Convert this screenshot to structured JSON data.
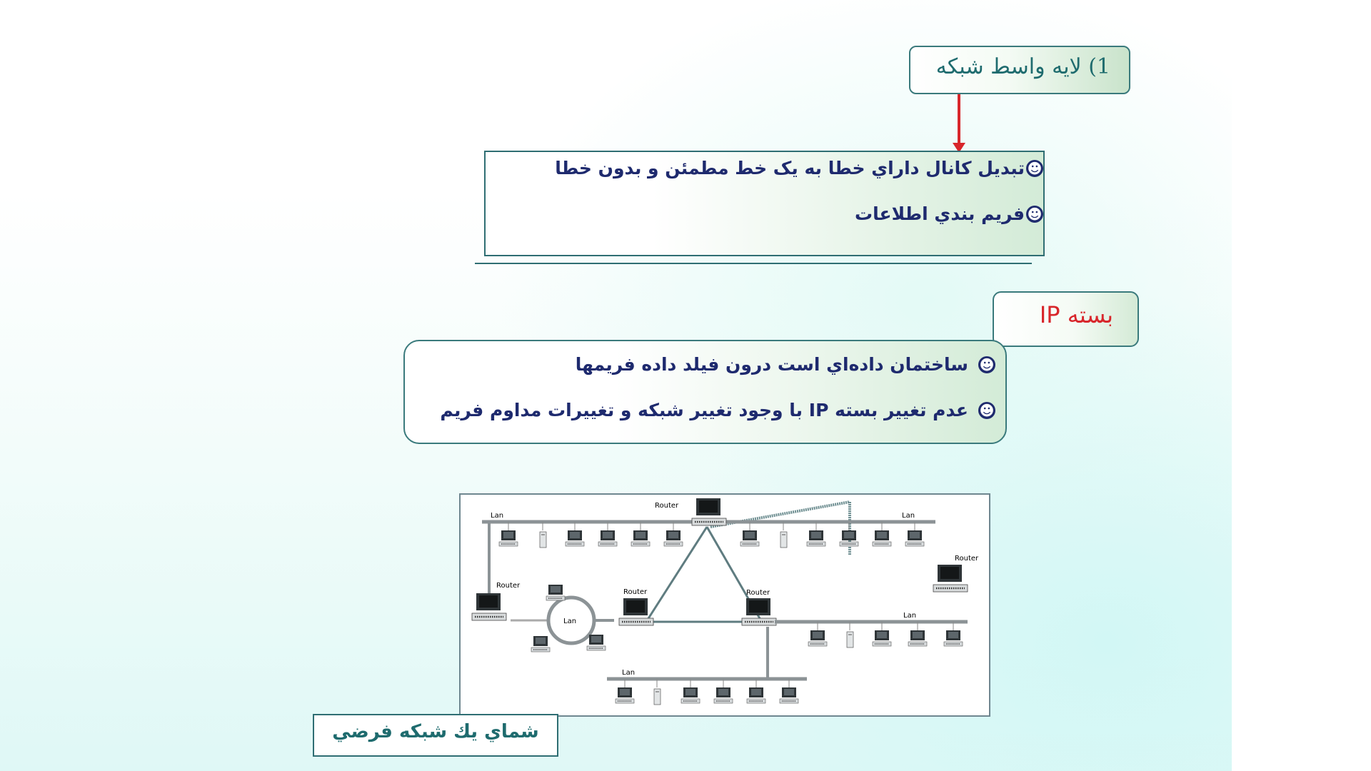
{
  "layer": {
    "title": "1) لايه واسط شبكه",
    "items": [
      "تبديل كانال داراي خطا به يک خط مطمئن و بدون خطا",
      "فريم بندي   اطلاعات"
    ]
  },
  "packet": {
    "title": "بسته IP",
    "items": [
      "ساختمان داده‌اي است درون فيلد داده فريمها",
      "عدم تغيير بسته IP با وجود تغيير شبكه و تغييرات مداوم فريم"
    ]
  },
  "diagram": {
    "lan_label": "Lan",
    "router_label": "Router"
  },
  "caption": "شماي يك شبكه فرضي",
  "colors": {
    "title_text": "#1e6b6e",
    "bullet_text": "#1e2a6e",
    "accent_red": "#d8262b",
    "border": "#2f6e73"
  },
  "icons": {
    "bullet": "smiley-face-icon",
    "arrow": "down-arrow-icon",
    "computer": "computer-icon",
    "router": "router-icon"
  }
}
